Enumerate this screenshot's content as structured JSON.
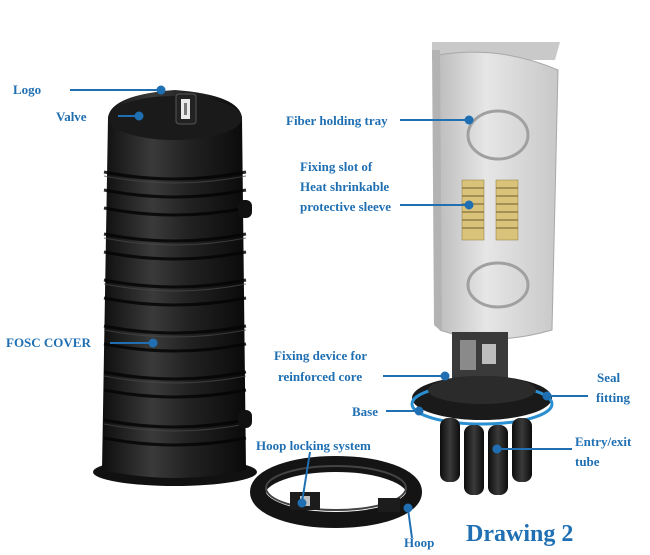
{
  "colors": {
    "label": "#1f6fb2",
    "cover": "#1d1d1d",
    "tray": "#d8d8d8",
    "seal_ring": "#2a8fd0"
  },
  "labels": {
    "logo": "Logo",
    "valve": "Valve",
    "fosc_cover": "FOSC COVER",
    "fiber_holding_tray": "Fiber holding tray",
    "fixing_slot_line1": "Fixing slot of",
    "fixing_slot_line2": "Heat  shrinkable",
    "fixing_slot_line3": "protective sleeve",
    "fixing_device_line1": "Fixing device for",
    "fixing_device_line2": "reinforced core",
    "seal_line1": "Seal",
    "seal_line2": "fitting",
    "base": "Base",
    "entry_line1": "Entry/exit",
    "entry_line2": "tube",
    "hoop_locking": "Hoop locking system",
    "hoop": "Hoop"
  },
  "caption": "Drawing 2"
}
